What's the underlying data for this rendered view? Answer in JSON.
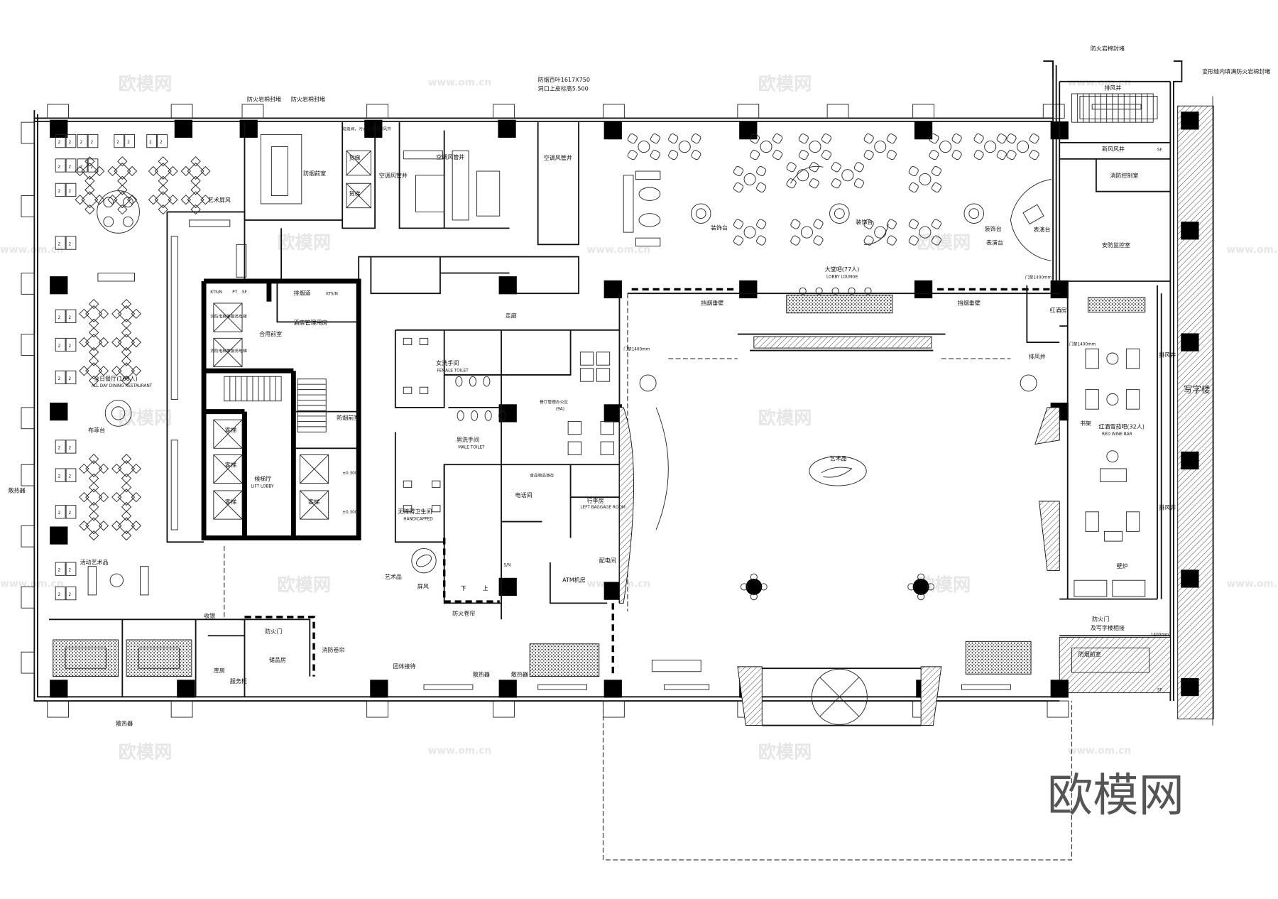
{
  "watermark": {
    "brand": "欧模网",
    "site": "www.om.cn"
  },
  "notes": {
    "fire_seal_1": "防火岩棉封堵",
    "fire_seal_2": "防火岩棉封堵",
    "louver_1": "防烟百叶1617X750",
    "louver_2": "洞口上皮标高5.500",
    "fire_seal_3": "防火岩棉封堵",
    "expansion_joint": "变形缝内填满防火岩棉封堵"
  },
  "rooms": {
    "dining_cn": "全日餐厅(168人)",
    "dining_en": "ALL DAY DINING RESTAURANT",
    "buffet": "布菲台",
    "art_active": "活动艺术品",
    "radiator_1": "散热器",
    "radiator_2": "散热器",
    "radiator_3": "散热器",
    "radiator_4": "散热器",
    "art_screen": "艺术屏风",
    "smoke_lobby_1": "防烟前室",
    "smoke_lobby_2": "防烟前室",
    "smoke_lobby_3": "防烟前室",
    "freight_1": "货梯",
    "freight_2": "货梯",
    "garbage": "垃圾间，污水处理隔排风井",
    "ac_shaft_1": "空调风管井",
    "ac_shaft_2": "空调风管井",
    "ac_shaft_3": "空调风管井",
    "shared_lobby": "合用前室",
    "hotel_mgmt": "酒店管理用房",
    "smoke_duct": "排烟道",
    "kts_n_1": "KTS/N",
    "pt": "PT",
    "sf_1": "SF",
    "kts_n_2": "KTS/N",
    "fire_elev_1": "消防电梯兼服务电梯",
    "fire_elev_2": "消防电梯兼服务电梯",
    "lift_1": "客梯",
    "lift_2": "客梯",
    "lift_3": "客梯",
    "lift_4": "客梯",
    "lift_lobby_cn": "候梯厅",
    "lift_lobby_en": "LIFT LOBBY",
    "level_1": "±0.300",
    "level_2": "±0.300",
    "corridor": "走廊",
    "female_cn": "女洗手间",
    "female_en": "FEMALE TOILET",
    "male_cn": "男洗手间",
    "male_en": "MALE TOILET",
    "hc_cn": "无障碍卫生间",
    "hc_en": "HANDICAPPED",
    "office": "餐厅管理办公区",
    "office_count": "(9A)",
    "storage": "食品物品寄存",
    "phone": "电话间",
    "baggage_cn": "行李房",
    "baggage_en": "LEFT BAGGAGE ROOM",
    "atm": "ATM机房",
    "power": "配电间",
    "sn": "S/N",
    "down": "下",
    "up": "上",
    "art_1": "艺术品",
    "screen": "屏风",
    "fire_shutter": "防火卷帘",
    "cashier": "收银",
    "warehouse": "库房",
    "service_counter": "服务柜",
    "goods": "储品房",
    "fire_door_1": "防火门",
    "fire_shutter_2": "消防卷帘",
    "group_reception": "团体接待",
    "lobby_lounge_cn": "大堂吧(77人)",
    "lobby_lounge_en": "LOBBY LOUNGE",
    "deco_1": "装饰台",
    "deco_2": "装饰台",
    "deco_3": "装饰台",
    "stage_1": "表演台",
    "stage_2": "表演台",
    "smoke_wall_1": "挡烟垂壁",
    "smoke_wall_2": "挡烟垂壁",
    "door_1400_1": "门禁1400mm",
    "door_1400_2": "门禁1400mm",
    "door_1400_3": "门禁1400mm",
    "art_lobby": "艺术品",
    "wine_room": "红酒房",
    "exhaust_1": "排风井",
    "exhaust_2": "排风井",
    "exhaust_3": "排风井",
    "exhaust_4": "排风井",
    "wine_bar_cn": "红酒雪茄吧(32人)",
    "wine_bar_en": "RED WINE BAR",
    "bookshelf": "书架",
    "fireplace": "壁炉",
    "fresh_air": "新风风井",
    "sf_2": "SF",
    "sf_3": "SF",
    "fire_control": "消防控制室",
    "security": "安防监控室",
    "office_tower": "写字楼",
    "fire_door_2": "防火门",
    "fire_door_2b": "及写字楼相接",
    "mm1400": "1400mm",
    "table_2": "2"
  }
}
